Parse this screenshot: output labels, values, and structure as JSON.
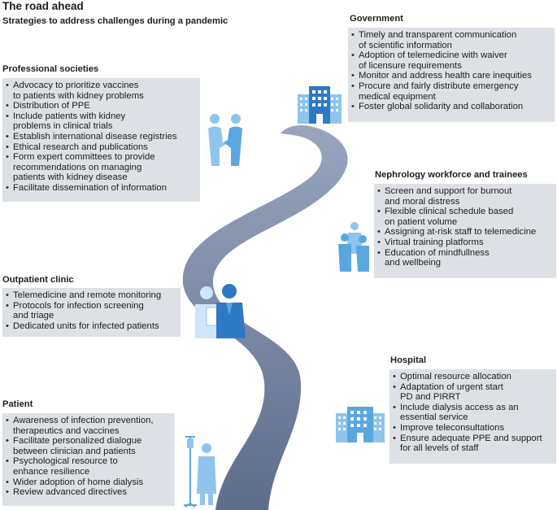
{
  "title": "The road ahead",
  "subtitle": "Strategies to address challenges during a pandemic",
  "colors": {
    "box": "#dde0e5",
    "road": "#6b7a98",
    "road_light": "#9aa5bd",
    "icon_dark": "#2f78c4",
    "icon_light": "#8fc4ec"
  },
  "sections": {
    "professional": {
      "heading": "Professional societies",
      "items": [
        "Advocacy to prioritize vaccines\nto patients with kidney problems",
        "Distribution of PPE",
        "Include patients with kidney\nproblems in clinical trials",
        "Establish international disease registries",
        "Ethical research and publications",
        "Form expert committees to provide\nrecommendations on managing\npatients with kidney disease",
        "Facilitate dissemination of information"
      ]
    },
    "outpatient": {
      "heading": "Outpatient clinic",
      "items": [
        "Telemedicine and remote monitoring",
        "Protocols for infection screening\nand triage",
        "Dedicated units for infected patients"
      ]
    },
    "patient": {
      "heading": "Patient",
      "items": [
        "Awareness of infection prevention,\ntherapeutics and vaccines",
        "Facilitate personalized dialogue\nbetween clinician and patients",
        "Psychological resource to\nenhance resilience",
        "Wider adoption of home dialysis",
        "Review advanced directives"
      ]
    },
    "government": {
      "heading": "Government",
      "items": [
        "Timely and transparent communication\nof scientific information",
        "Adoption of telemedicine with waiver\nof licensure requirements",
        "Monitor and address health care inequities",
        "Procure and fairly distribute emergency\nmedical equipment",
        "Foster global solidarity and collaboration"
      ]
    },
    "nephrology": {
      "heading": "Nephrology workforce and trainees",
      "items": [
        "Screen and support for burnout\nand moral distress",
        "Flexible clinical schedule based\non patient volume",
        "Assigning at-risk staff to telemedicine",
        "Virtual training platforms",
        "Education of mindfullness\nand wellbeing"
      ]
    },
    "hospital": {
      "heading": "Hospital",
      "items": [
        "Optimal resource allocation",
        "Adaptation of urgent start\nPD and PIRRT",
        "Include dialysis access as an\nessential service",
        "Improve teleconsultations",
        "Ensure adequate PPE and support\nfor all levels of staff"
      ]
    }
  },
  "icons": {
    "handshake": "handshake-icon",
    "government_building": "government-building-icon",
    "workforce_group": "staff-group-icon",
    "clinician_patient": "clinician-patient-icon",
    "hospital_building": "hospital-building-icon",
    "patient_iv": "patient-iv-stand-icon"
  }
}
